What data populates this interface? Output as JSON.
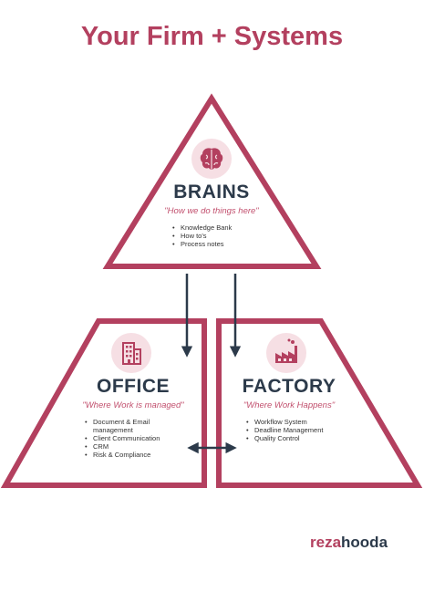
{
  "title": "Your Firm + Systems",
  "colors": {
    "accent": "#b3405f",
    "navy": "#2c3a4a",
    "icon_bg": "#f6dfe4"
  },
  "brains": {
    "icon": "brain-icon",
    "heading": "BRAINS",
    "tagline": "\"How we do things here\"",
    "items": [
      "Knowledge Bank",
      "How to's",
      "Process notes"
    ]
  },
  "office": {
    "icon": "building-icon",
    "heading": "OFFICE",
    "tagline": "\"Where Work is managed\"",
    "items": [
      "Document & Email management",
      "Client Communication",
      "CRM",
      "Risk & Compliance"
    ]
  },
  "factory": {
    "icon": "factory-icon",
    "heading": "FACTORY",
    "tagline": "\"Where Work Happens\"",
    "items": [
      "Workflow System",
      "Deadline Management",
      "Quality Control"
    ]
  },
  "brand": {
    "part1": "reza",
    "part2": "hooda"
  }
}
